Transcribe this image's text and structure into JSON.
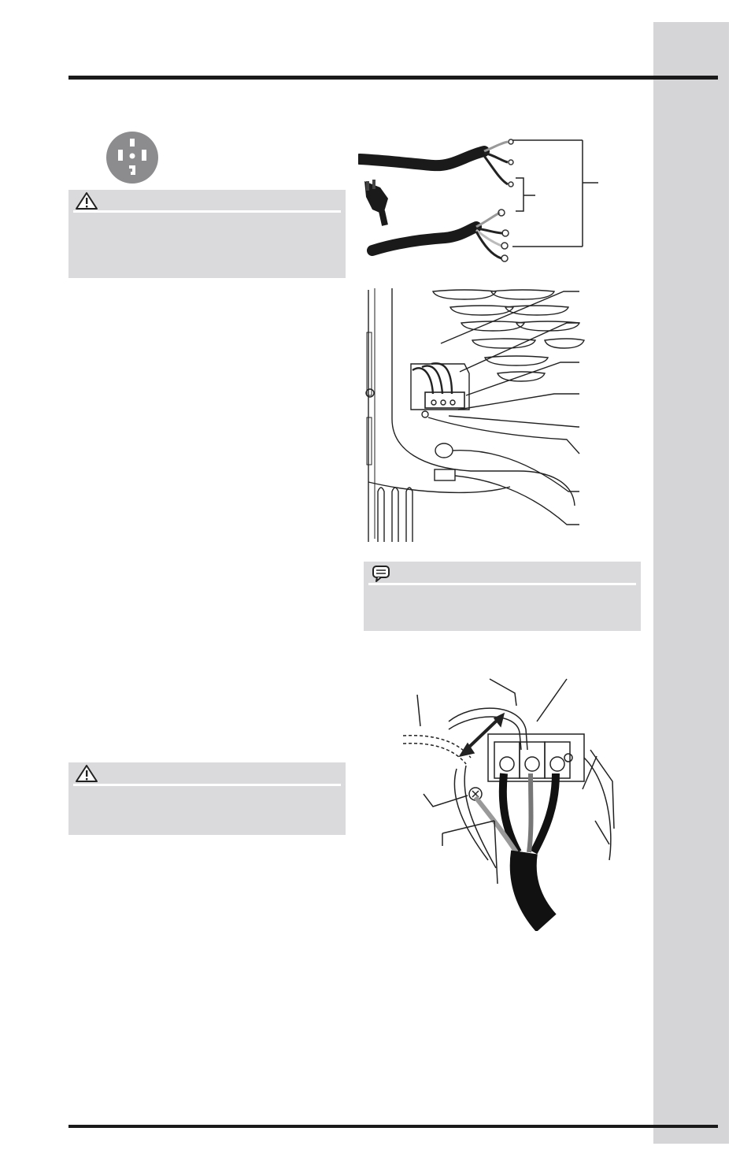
{
  "page": {
    "side_tab_color": "#d5d5d7",
    "callout_color": "#dadadc",
    "rule_color": "#1a1a1a"
  },
  "icons": {
    "outlet": "four-prong-outlet-icon",
    "warning": "warning-triangle-icon",
    "note": "note-speech-icon"
  },
  "figures": {
    "power_cords": "power-cord-diagram",
    "terminal_block": "terminal-block-location-diagram",
    "wiring_detail": "wiring-detail-diagram"
  }
}
